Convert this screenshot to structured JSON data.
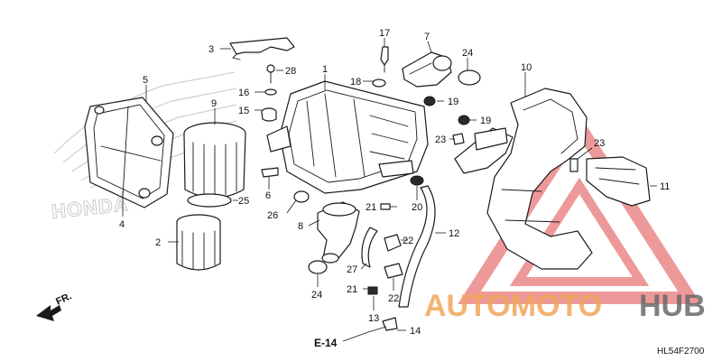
{
  "diagram_code": "HL54F2700",
  "reference_tag": "E-14",
  "direction_label": "FR.",
  "honda_watermark": "HONDA",
  "brand": {
    "word1": "AUTOMOTO",
    "word2": "HUB",
    "color_orange": "#f2a65a",
    "color_grey": "#6a6a6a",
    "triangle_color": "#e04545"
  },
  "callouts": {
    "c1": "1",
    "c2": "2",
    "c3": "3",
    "c4": "4",
    "c5": "5",
    "c6": "6",
    "c7": "7",
    "c8": "8",
    "c9": "9",
    "c10": "10",
    "c11": "11",
    "c12": "12",
    "c13": "13",
    "c14": "14",
    "c15": "15",
    "c16": "16",
    "c17": "17",
    "c18": "18",
    "c19a": "19",
    "c19b": "19",
    "c20": "20",
    "c21a": "21",
    "c21b": "21",
    "c22a": "22",
    "c22b": "22",
    "c23a": "23",
    "c23b": "23",
    "c24a": "24",
    "c24b": "24",
    "c25": "25",
    "c26": "26",
    "c27": "27",
    "c28": "28"
  }
}
